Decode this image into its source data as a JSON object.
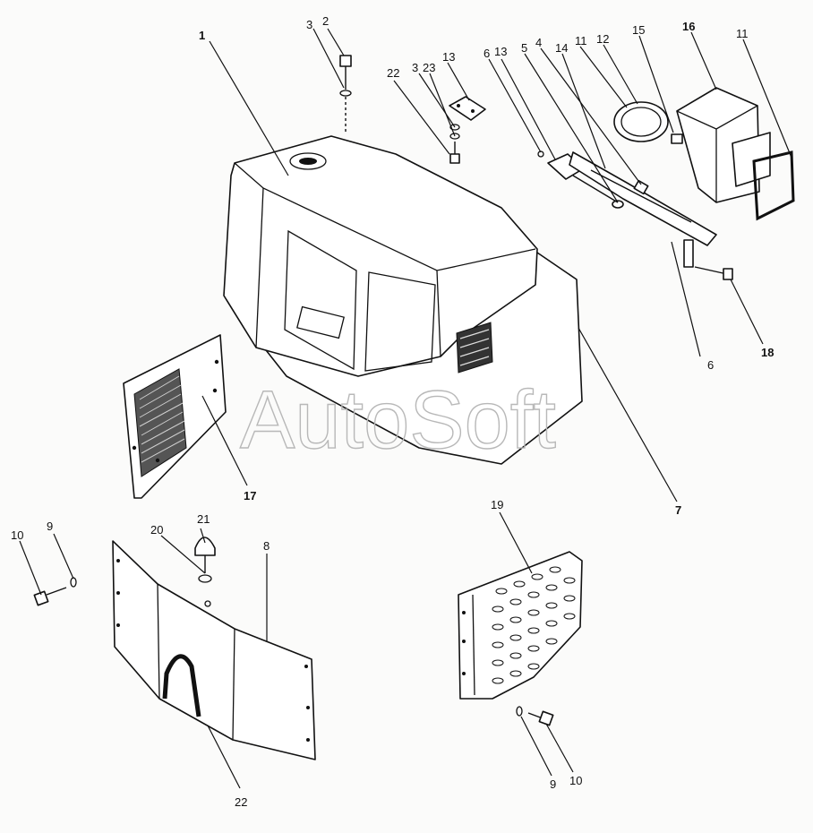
{
  "watermark": "AutoSoft",
  "callouts": [
    {
      "id": "c1",
      "text": "1",
      "bold": true
    },
    {
      "id": "c2",
      "text": "2",
      "bold": false
    },
    {
      "id": "c3a",
      "text": "3",
      "bold": false
    },
    {
      "id": "c3b",
      "text": "3",
      "bold": false
    },
    {
      "id": "c22a",
      "text": "22",
      "bold": false
    },
    {
      "id": "c23",
      "text": "23",
      "bold": false
    },
    {
      "id": "c13a",
      "text": "13",
      "bold": false
    },
    {
      "id": "c6a",
      "text": "6",
      "bold": false
    },
    {
      "id": "c13b",
      "text": "13",
      "bold": false
    },
    {
      "id": "c5",
      "text": "5",
      "bold": false
    },
    {
      "id": "c4",
      "text": "4",
      "bold": false
    },
    {
      "id": "c14",
      "text": "14",
      "bold": false
    },
    {
      "id": "c11a",
      "text": "11",
      "bold": false
    },
    {
      "id": "c12",
      "text": "12",
      "bold": false
    },
    {
      "id": "c15",
      "text": "15",
      "bold": false
    },
    {
      "id": "c16",
      "text": "16",
      "bold": true
    },
    {
      "id": "c11b",
      "text": "11",
      "bold": false
    },
    {
      "id": "c6b",
      "text": "6",
      "bold": false
    },
    {
      "id": "c18",
      "text": "18",
      "bold": true
    },
    {
      "id": "c7",
      "text": "7",
      "bold": true
    },
    {
      "id": "c17",
      "text": "17",
      "bold": true
    },
    {
      "id": "c19",
      "text": "19",
      "bold": false
    },
    {
      "id": "c21",
      "text": "21",
      "bold": false
    },
    {
      "id": "c20",
      "text": "20",
      "bold": false
    },
    {
      "id": "c8",
      "text": "8",
      "bold": false
    },
    {
      "id": "c10a",
      "text": "10",
      "bold": false
    },
    {
      "id": "c9a",
      "text": "9",
      "bold": false
    },
    {
      "id": "c22b",
      "text": "22",
      "bold": false
    },
    {
      "id": "c9b",
      "text": "9",
      "bold": false
    },
    {
      "id": "c10b",
      "text": "10",
      "bold": false
    }
  ]
}
